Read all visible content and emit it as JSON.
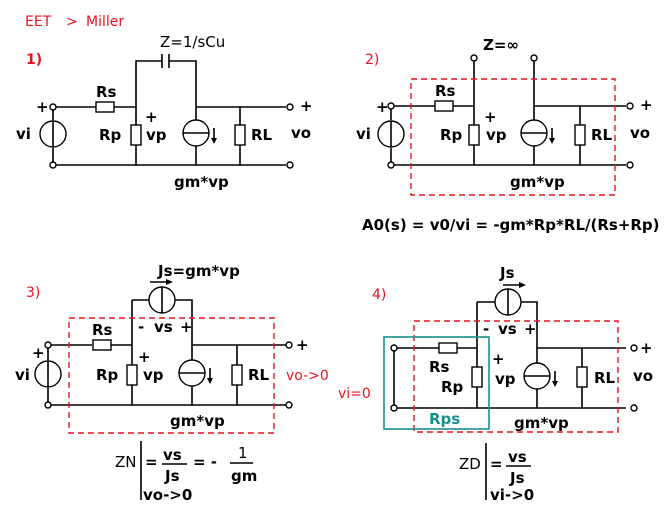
{
  "breadcrumb": {
    "root": "EET",
    "separator": ">",
    "current": "Miller"
  },
  "colors": {
    "accent_red": "#e8141e",
    "teal": "#1a8f8c",
    "ink": "#000000"
  },
  "panels": [
    {
      "step": "1)",
      "impedance_label": "Z=1/sCu",
      "labels": {
        "rs": "Rs",
        "rp": "Rp",
        "vp": "vp",
        "rl": "RL",
        "vi": "vi",
        "vo": "vo",
        "gm": "gm*vp",
        "plus": "+"
      }
    },
    {
      "step": "2)",
      "impedance_label": "Z=∞",
      "labels": {
        "rs": "Rs",
        "rp": "Rp",
        "vp": "vp",
        "rl": "RL",
        "vi": "vi",
        "vo": "vo",
        "gm": "gm*vp",
        "plus": "+"
      },
      "formula": "A0(s) = v0/vi = -gm*Rp*RL/(Rs+Rp)"
    },
    {
      "step": "3)",
      "source_label": "Js=gm*vp",
      "labels": {
        "rs": "Rs",
        "rp": "Rp",
        "vp": "vp",
        "rl": "RL",
        "vi": "vi",
        "vo": "vo->0",
        "gm": "gm*vp",
        "plus": "+",
        "minus": "-",
        "vs": "vs"
      },
      "formula": {
        "lhs": "ZN",
        "eq": "=",
        "num": "vs",
        "den": "Js",
        "eq2": "= -",
        "num2": "1",
        "den2": "gm",
        "condition": "vo->0"
      }
    },
    {
      "step": "4)",
      "source_label": "Js",
      "labels": {
        "rs": "Rs",
        "rp": "Rp",
        "vp": "vp",
        "rl": "RL",
        "vi": "vi=0",
        "vo": "vo",
        "gm": "gm*vp",
        "plus": "+",
        "minus": "-",
        "vs": "vs",
        "rps": "Rps"
      },
      "formula": {
        "lhs": "ZD",
        "eq": "=",
        "num": "vs",
        "den": "Js",
        "condition": "vi->0"
      }
    }
  ]
}
